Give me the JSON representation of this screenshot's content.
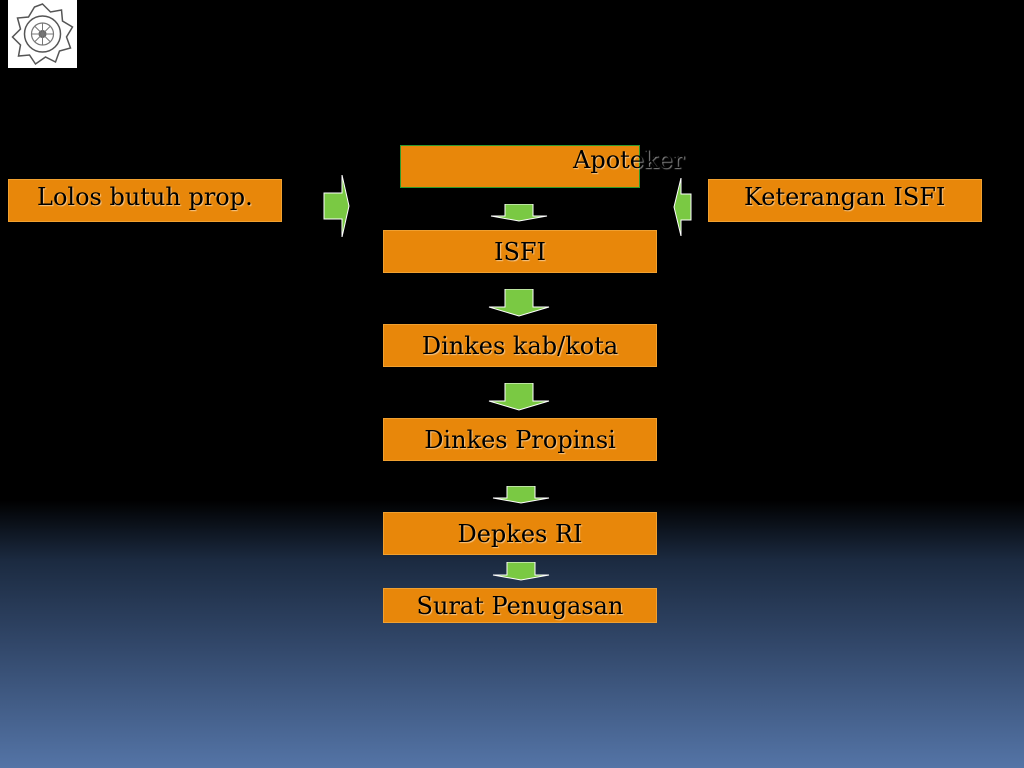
{
  "diagram": {
    "apoteker": "Apoteker",
    "lolos": "Lolos butuh prop.",
    "keterangan": "Keterangan ISFI",
    "isfi": "ISFI",
    "dinkes_kab": "Dinkes kab/kota",
    "dinkes_prop": "Dinkes Propinsi",
    "depkes": "Depkes RI",
    "surat": "Surat Penugasan"
  },
  "colors": {
    "box_fill": "#e8870a",
    "arrow_fill": "#7ac943",
    "background_top": "#000000",
    "background_bottom": "#5474a6"
  }
}
